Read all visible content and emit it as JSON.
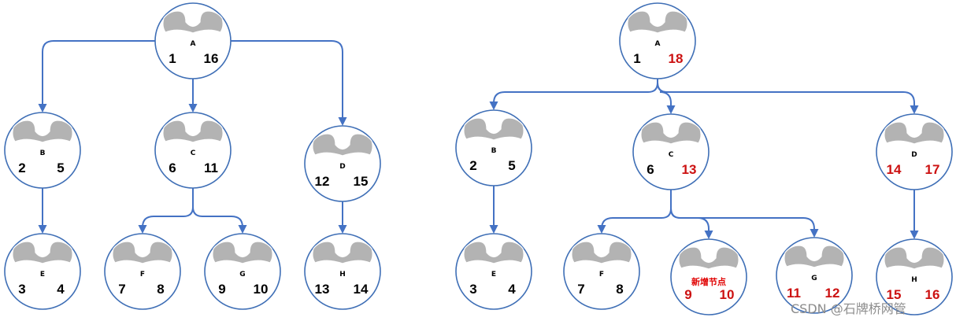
{
  "watermark": "CSDN @石牌桥网管",
  "colors": {
    "edge": "#4472c4",
    "node_border": "#3f6fb6",
    "head": "#b3b3b3",
    "changed": "#cc1111"
  },
  "trees": [
    {
      "id": "before",
      "nodes": [
        {
          "id": "A",
          "label": "A",
          "left": "1",
          "right": "16"
        },
        {
          "id": "B",
          "label": "B",
          "left": "2",
          "right": "5"
        },
        {
          "id": "C",
          "label": "C",
          "left": "6",
          "right": "11"
        },
        {
          "id": "D",
          "label": "D",
          "left": "12",
          "right": "15"
        },
        {
          "id": "E",
          "label": "E",
          "left": "3",
          "right": "4"
        },
        {
          "id": "F",
          "label": "F",
          "left": "7",
          "right": "8"
        },
        {
          "id": "G",
          "label": "G",
          "left": "9",
          "right": "10"
        },
        {
          "id": "H",
          "label": "H",
          "left": "13",
          "right": "14"
        }
      ],
      "edges": [
        [
          "A",
          "B"
        ],
        [
          "A",
          "C"
        ],
        [
          "A",
          "D"
        ],
        [
          "B",
          "E"
        ],
        [
          "C",
          "F"
        ],
        [
          "C",
          "G"
        ],
        [
          "D",
          "H"
        ]
      ]
    },
    {
      "id": "after",
      "nodes": [
        {
          "id": "A",
          "label": "A",
          "left": "1",
          "right": "18",
          "right_changed": true
        },
        {
          "id": "B",
          "label": "B",
          "left": "2",
          "right": "5"
        },
        {
          "id": "C",
          "label": "C",
          "left": "6",
          "right": "13",
          "right_changed": true
        },
        {
          "id": "D",
          "label": "D",
          "left": "14",
          "right": "17",
          "left_changed": true,
          "right_changed": true
        },
        {
          "id": "E",
          "label": "E",
          "left": "3",
          "right": "4"
        },
        {
          "id": "F",
          "label": "F",
          "left": "7",
          "right": "8"
        },
        {
          "id": "N",
          "label": "新增节点",
          "left": "9",
          "right": "10",
          "left_changed": true,
          "right_changed": true,
          "label_highlight": true
        },
        {
          "id": "G",
          "label": "G",
          "left": "11",
          "right": "12",
          "left_changed": true,
          "right_changed": true
        },
        {
          "id": "H",
          "label": "H",
          "left": "15",
          "right": "16",
          "left_changed": true,
          "right_changed": true
        }
      ],
      "edges": [
        [
          "A",
          "B"
        ],
        [
          "A",
          "C"
        ],
        [
          "A",
          "D"
        ],
        [
          "B",
          "E"
        ],
        [
          "C",
          "F"
        ],
        [
          "C",
          "N"
        ],
        [
          "C",
          "G"
        ],
        [
          "D",
          "H"
        ]
      ]
    }
  ]
}
